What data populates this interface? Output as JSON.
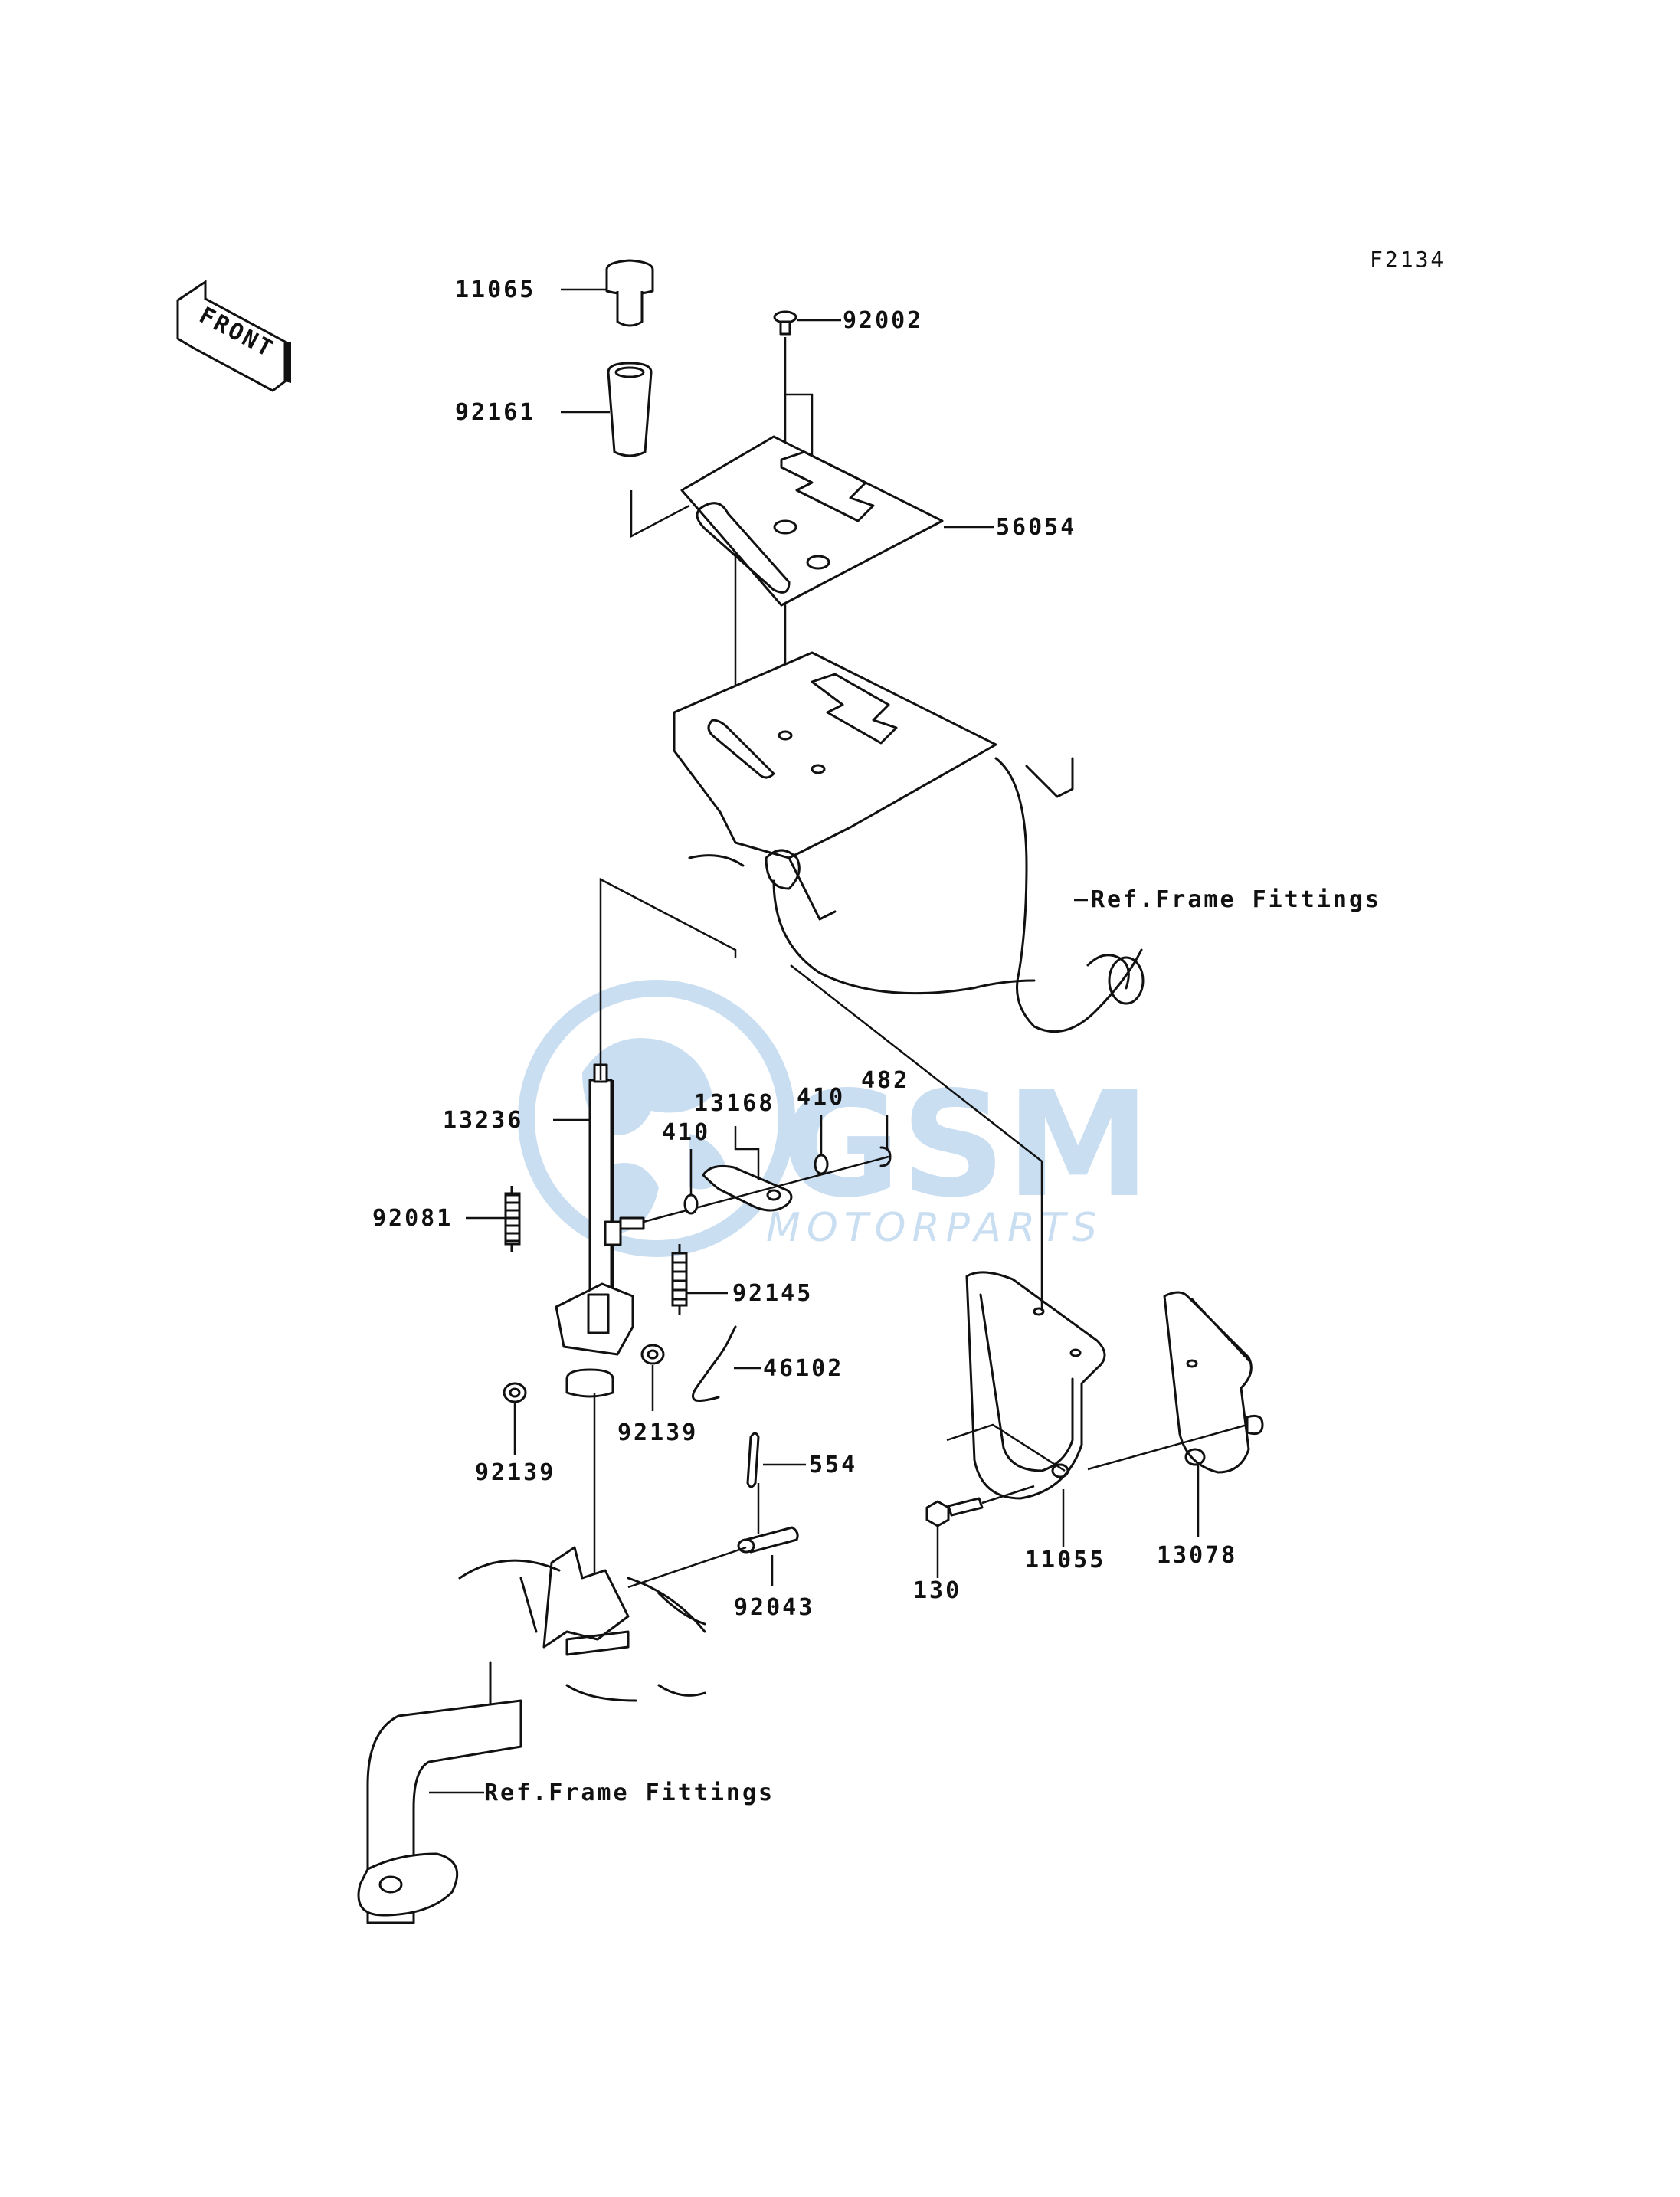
{
  "figure_code": "F2134",
  "front_label": "FRONT",
  "watermark": {
    "brand": "GSM",
    "sub": "MOTORPARTS",
    "color": "#9fc4e8"
  },
  "ref_labels": [
    "Ref.Frame Fittings",
    "Ref.Frame Fittings"
  ],
  "parts": [
    {
      "number": "11065"
    },
    {
      "number": "92002"
    },
    {
      "number": "92161"
    },
    {
      "number": "56054"
    },
    {
      "number": "13236"
    },
    {
      "number": "13168"
    },
    {
      "number": "410"
    },
    {
      "number": "410"
    },
    {
      "number": "482"
    },
    {
      "number": "92081"
    },
    {
      "number": "92145"
    },
    {
      "number": "46102"
    },
    {
      "number": "92139"
    },
    {
      "number": "92139"
    },
    {
      "number": "554"
    },
    {
      "number": "92043"
    },
    {
      "number": "130"
    },
    {
      "number": "11055"
    },
    {
      "number": "13078"
    }
  ]
}
